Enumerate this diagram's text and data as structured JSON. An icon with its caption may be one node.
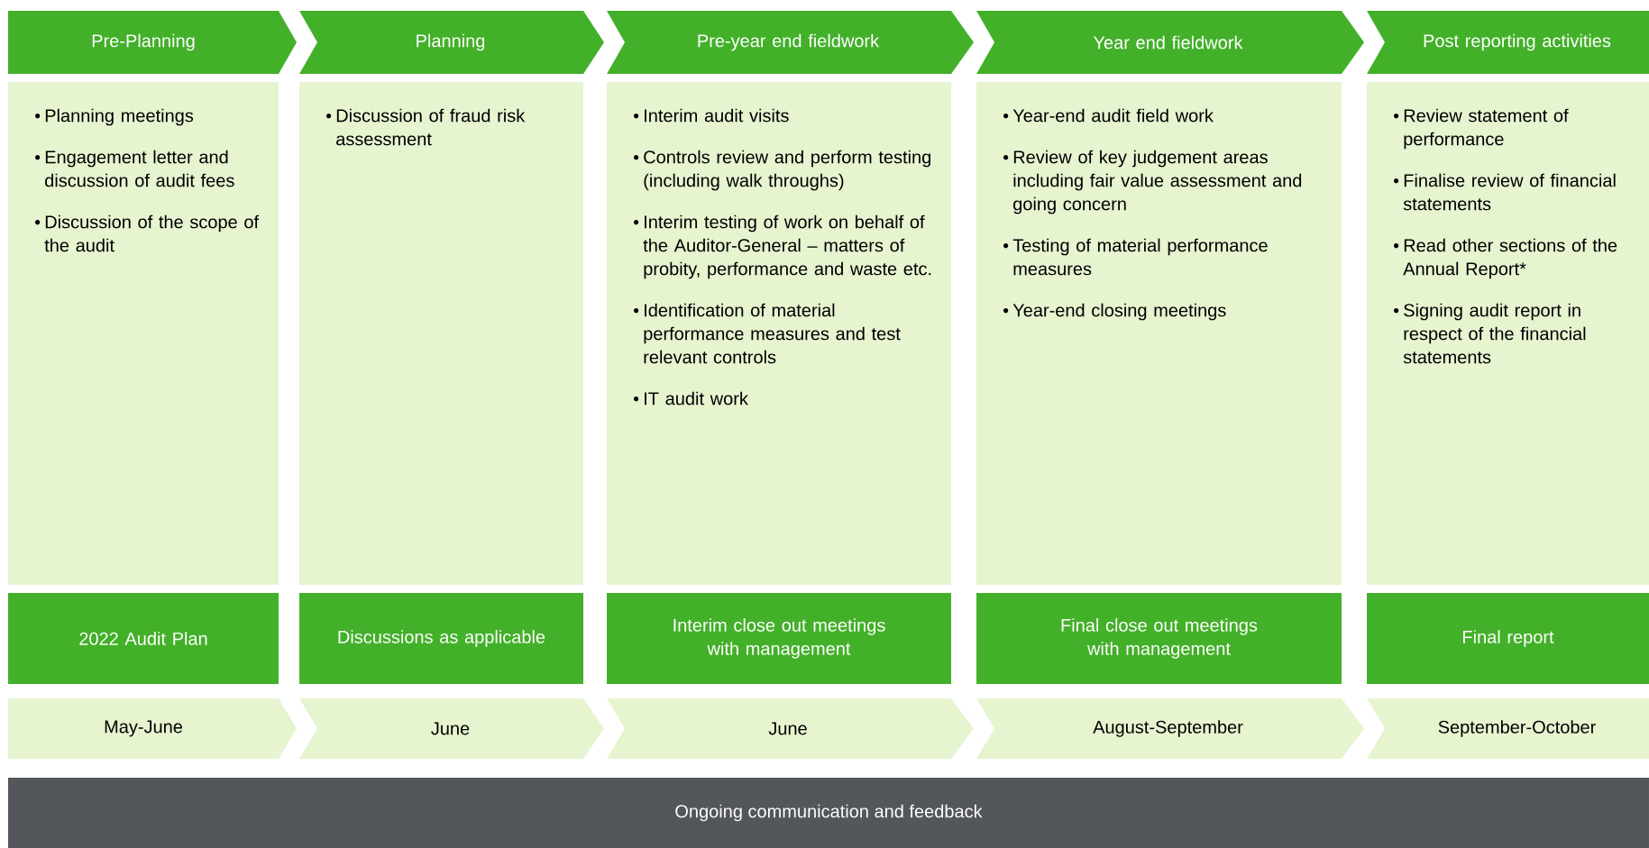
{
  "diagram": {
    "nodes": [
      {
        "text": [
          "Pre-Planning"
        ]
      },
      {
        "text": [
          "Planning"
        ]
      },
      {
        "text": [
          "Pre-year end fieldwork"
        ]
      },
      {
        "text": [
          "Year end fieldwork"
        ]
      },
      {
        "text": [
          "Post reporting activities"
        ]
      },
      {
        "text": [
          "Planning meetings",
          "Engagement letter and discussion of audit fees",
          "Discussion of the scope of the audit"
        ]
      },
      {
        "text": [
          "Discussion of fraud risk assessment"
        ]
      },
      {
        "text": [
          "Interim audit visits",
          "Controls review and perform testing (including walk throughs)",
          "Interim testing of work on behalf of the Auditor-General – matters of probity, performance and waste etc.",
          "Identification of material performance measures and test relevant controls",
          "IT audit work"
        ]
      },
      {
        "text": [
          "Year-end audit field work",
          "Review of key judgement areas including fair value assessment and going concern",
          "Testing of material performance measures",
          "Year-end closing meetings"
        ]
      },
      {
        "text": [
          "Review statement of performance",
          "Finalise review of financial statements",
          "Read other sections of the Annual Report*",
          "Signing audit report in respect of the financial statements"
        ]
      },
      {
        "text": [
          "2022 Audit Plan"
        ]
      },
      {
        "text": [
          "Discussions as applicable"
        ]
      },
      {
        "text": [
          "Interim close out meetings with management"
        ]
      },
      {
        "text": [
          "Final close out meetings with management"
        ]
      },
      {
        "text": [
          "Final report"
        ]
      },
      {
        "text": [
          "May-June"
        ]
      },
      {
        "text": [
          "June"
        ]
      },
      {
        "text": [
          "June"
        ]
      },
      {
        "text": [
          "August-September"
        ]
      },
      {
        "text": [
          "September-October"
        ]
      },
      {
        "text": [
          "Ongoing communication and feedback"
        ]
      }
    ]
  }
}
